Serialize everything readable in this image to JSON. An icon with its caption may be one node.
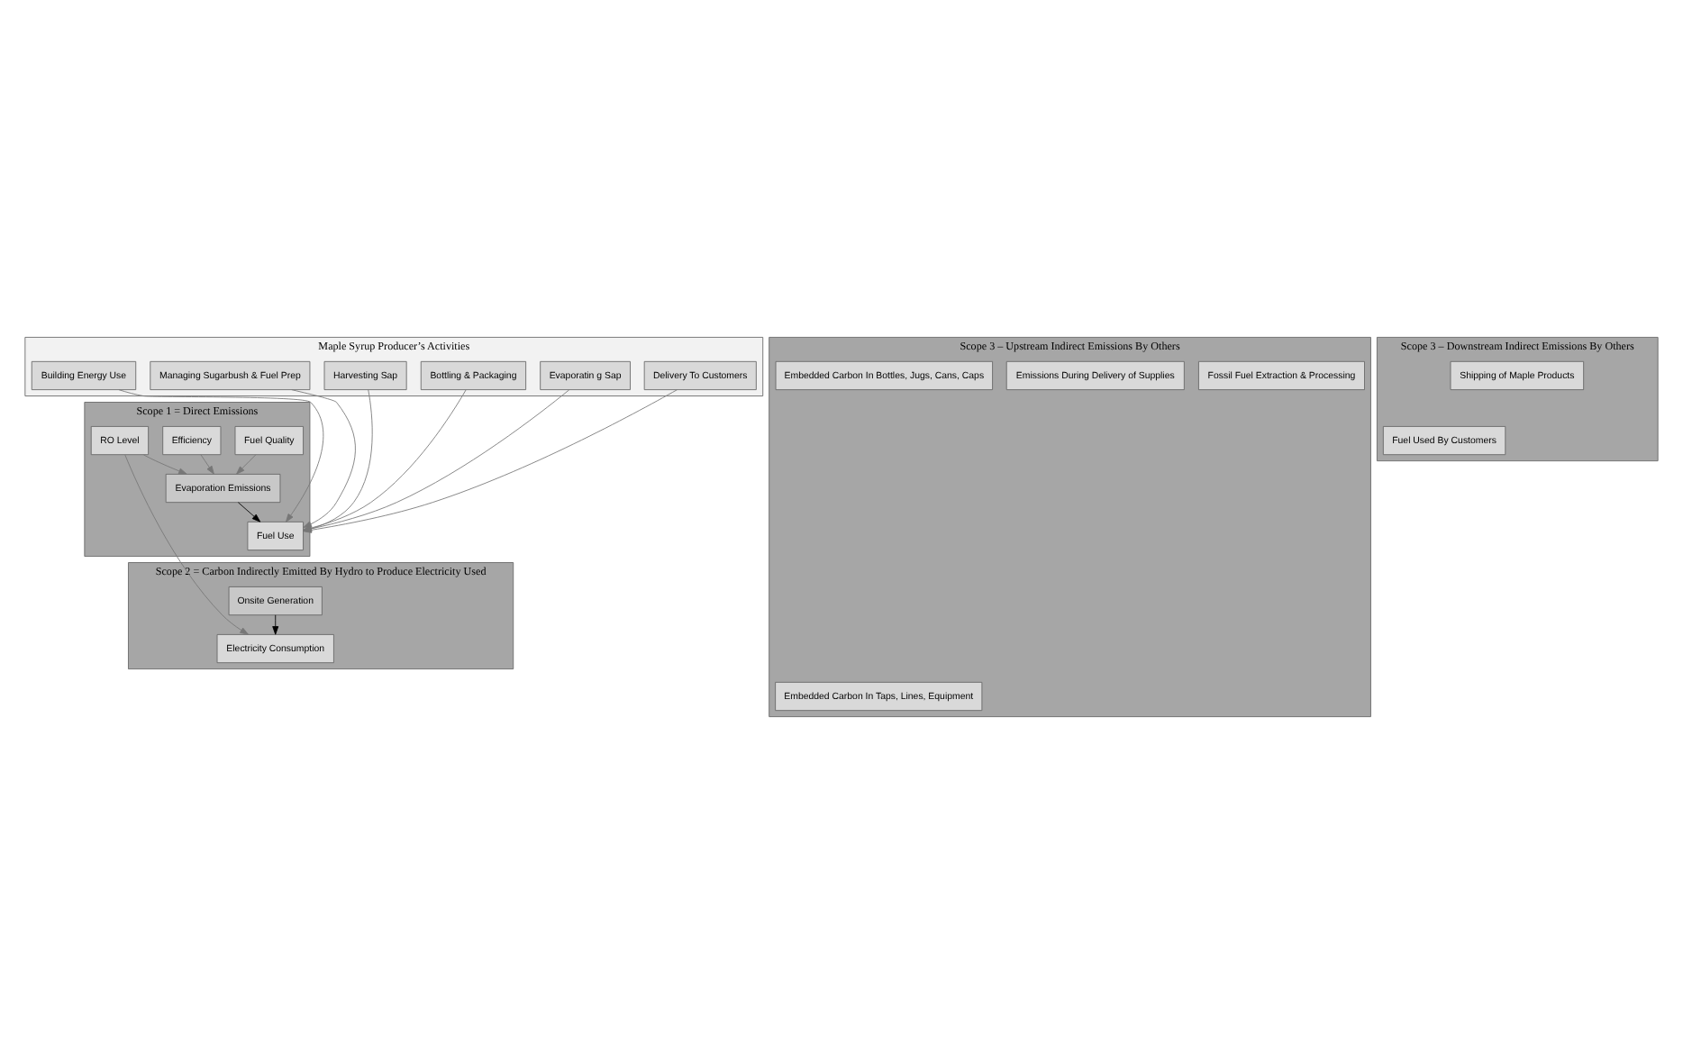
{
  "diagram": {
    "nodes": [
      {
        "text": [
          "Maple Syrup Producer’s Activities"
        ]
      },
      {
        "text": [
          "Managing Sugarbush & Fuel Prep"
        ],
        "in": 0
      },
      {
        "text": [
          "Harvesting Sap"
        ],
        "in": 0
      },
      {
        "text": [
          "Evaporatin g Sap"
        ],
        "in": 0
      },
      {
        "text": [
          "Bottling & Packaging"
        ],
        "in": 0
      },
      {
        "text": [
          "Delivery To Customers"
        ],
        "in": 0
      },
      {
        "text": [
          "Building Energy Use"
        ],
        "in": 0
      },
      {
        "text": [
          "Scope 1 = Direct Emissions"
        ]
      },
      {
        "text": [
          "Fuel Quality"
        ],
        "in": 7
      },
      {
        "text": [
          "Efficiency"
        ],
        "in": 7
      },
      {
        "text": [
          "RO Level"
        ],
        "in": 7
      },
      {
        "text": [
          "Evaporation Emissions"
        ],
        "in": 7
      },
      {
        "text": [
          "Fuel Use"
        ],
        "in": 7
      },
      {
        "text": [
          "Scope 2 = Carbon Indirectly Emitted By Hydro to Produce Electricity Used"
        ]
      },
      {
        "text": [
          "Onsite Generation"
        ],
        "in": 13
      },
      {
        "text": [
          "Electricity Consumption"
        ],
        "in": 13
      },
      {
        "text": [
          "Scope 3 – Upstream Indirect Emissions By Others"
        ]
      },
      {
        "text": [
          "Embedded Carbon In Taps, Lines, Equipment"
        ],
        "in": 16
      },
      {
        "text": [
          "Fossil Fuel Extraction & Processing"
        ],
        "in": 16
      },
      {
        "text": [
          "Emissions During Delivery of Supplies"
        ],
        "in": 16
      },
      {
        "text": [
          "Embedded Carbon In Bottles, Jugs, Cans, Caps"
        ],
        "in": 16
      },
      {
        "text": [
          "Scope 3 – Downstream Indirect Emissions By Others"
        ]
      },
      {
        "text": [
          "Fuel Used By Customers"
        ],
        "in": 21
      },
      {
        "text": [
          "Shipping of Maple Products"
        ],
        "in": 21
      }
    ],
    "edges": [
      {
        "from": 1,
        "to": 12,
        "arrow": "to"
      },
      {
        "from": 2,
        "to": 12,
        "arrow": "to"
      },
      {
        "from": 3,
        "to": 12,
        "arrow": "to"
      },
      {
        "from": 4,
        "to": 12,
        "arrow": "to"
      },
      {
        "from": 5,
        "to": 12,
        "arrow": "to"
      },
      {
        "from": 6,
        "to": 12,
        "arrow": "to"
      },
      {
        "from": 8,
        "to": 11,
        "arrow": "to"
      },
      {
        "from": 9,
        "to": 11,
        "arrow": "to"
      },
      {
        "from": 10,
        "to": 11,
        "arrow": "to"
      },
      {
        "from": 11,
        "to": 12,
        "arrow": "to",
        "color": "#000000"
      },
      {
        "from": 10,
        "to": 15,
        "arrow": "to"
      },
      {
        "from": 14,
        "to": 15,
        "arrow": "to",
        "color": "#000000"
      }
    ]
  }
}
